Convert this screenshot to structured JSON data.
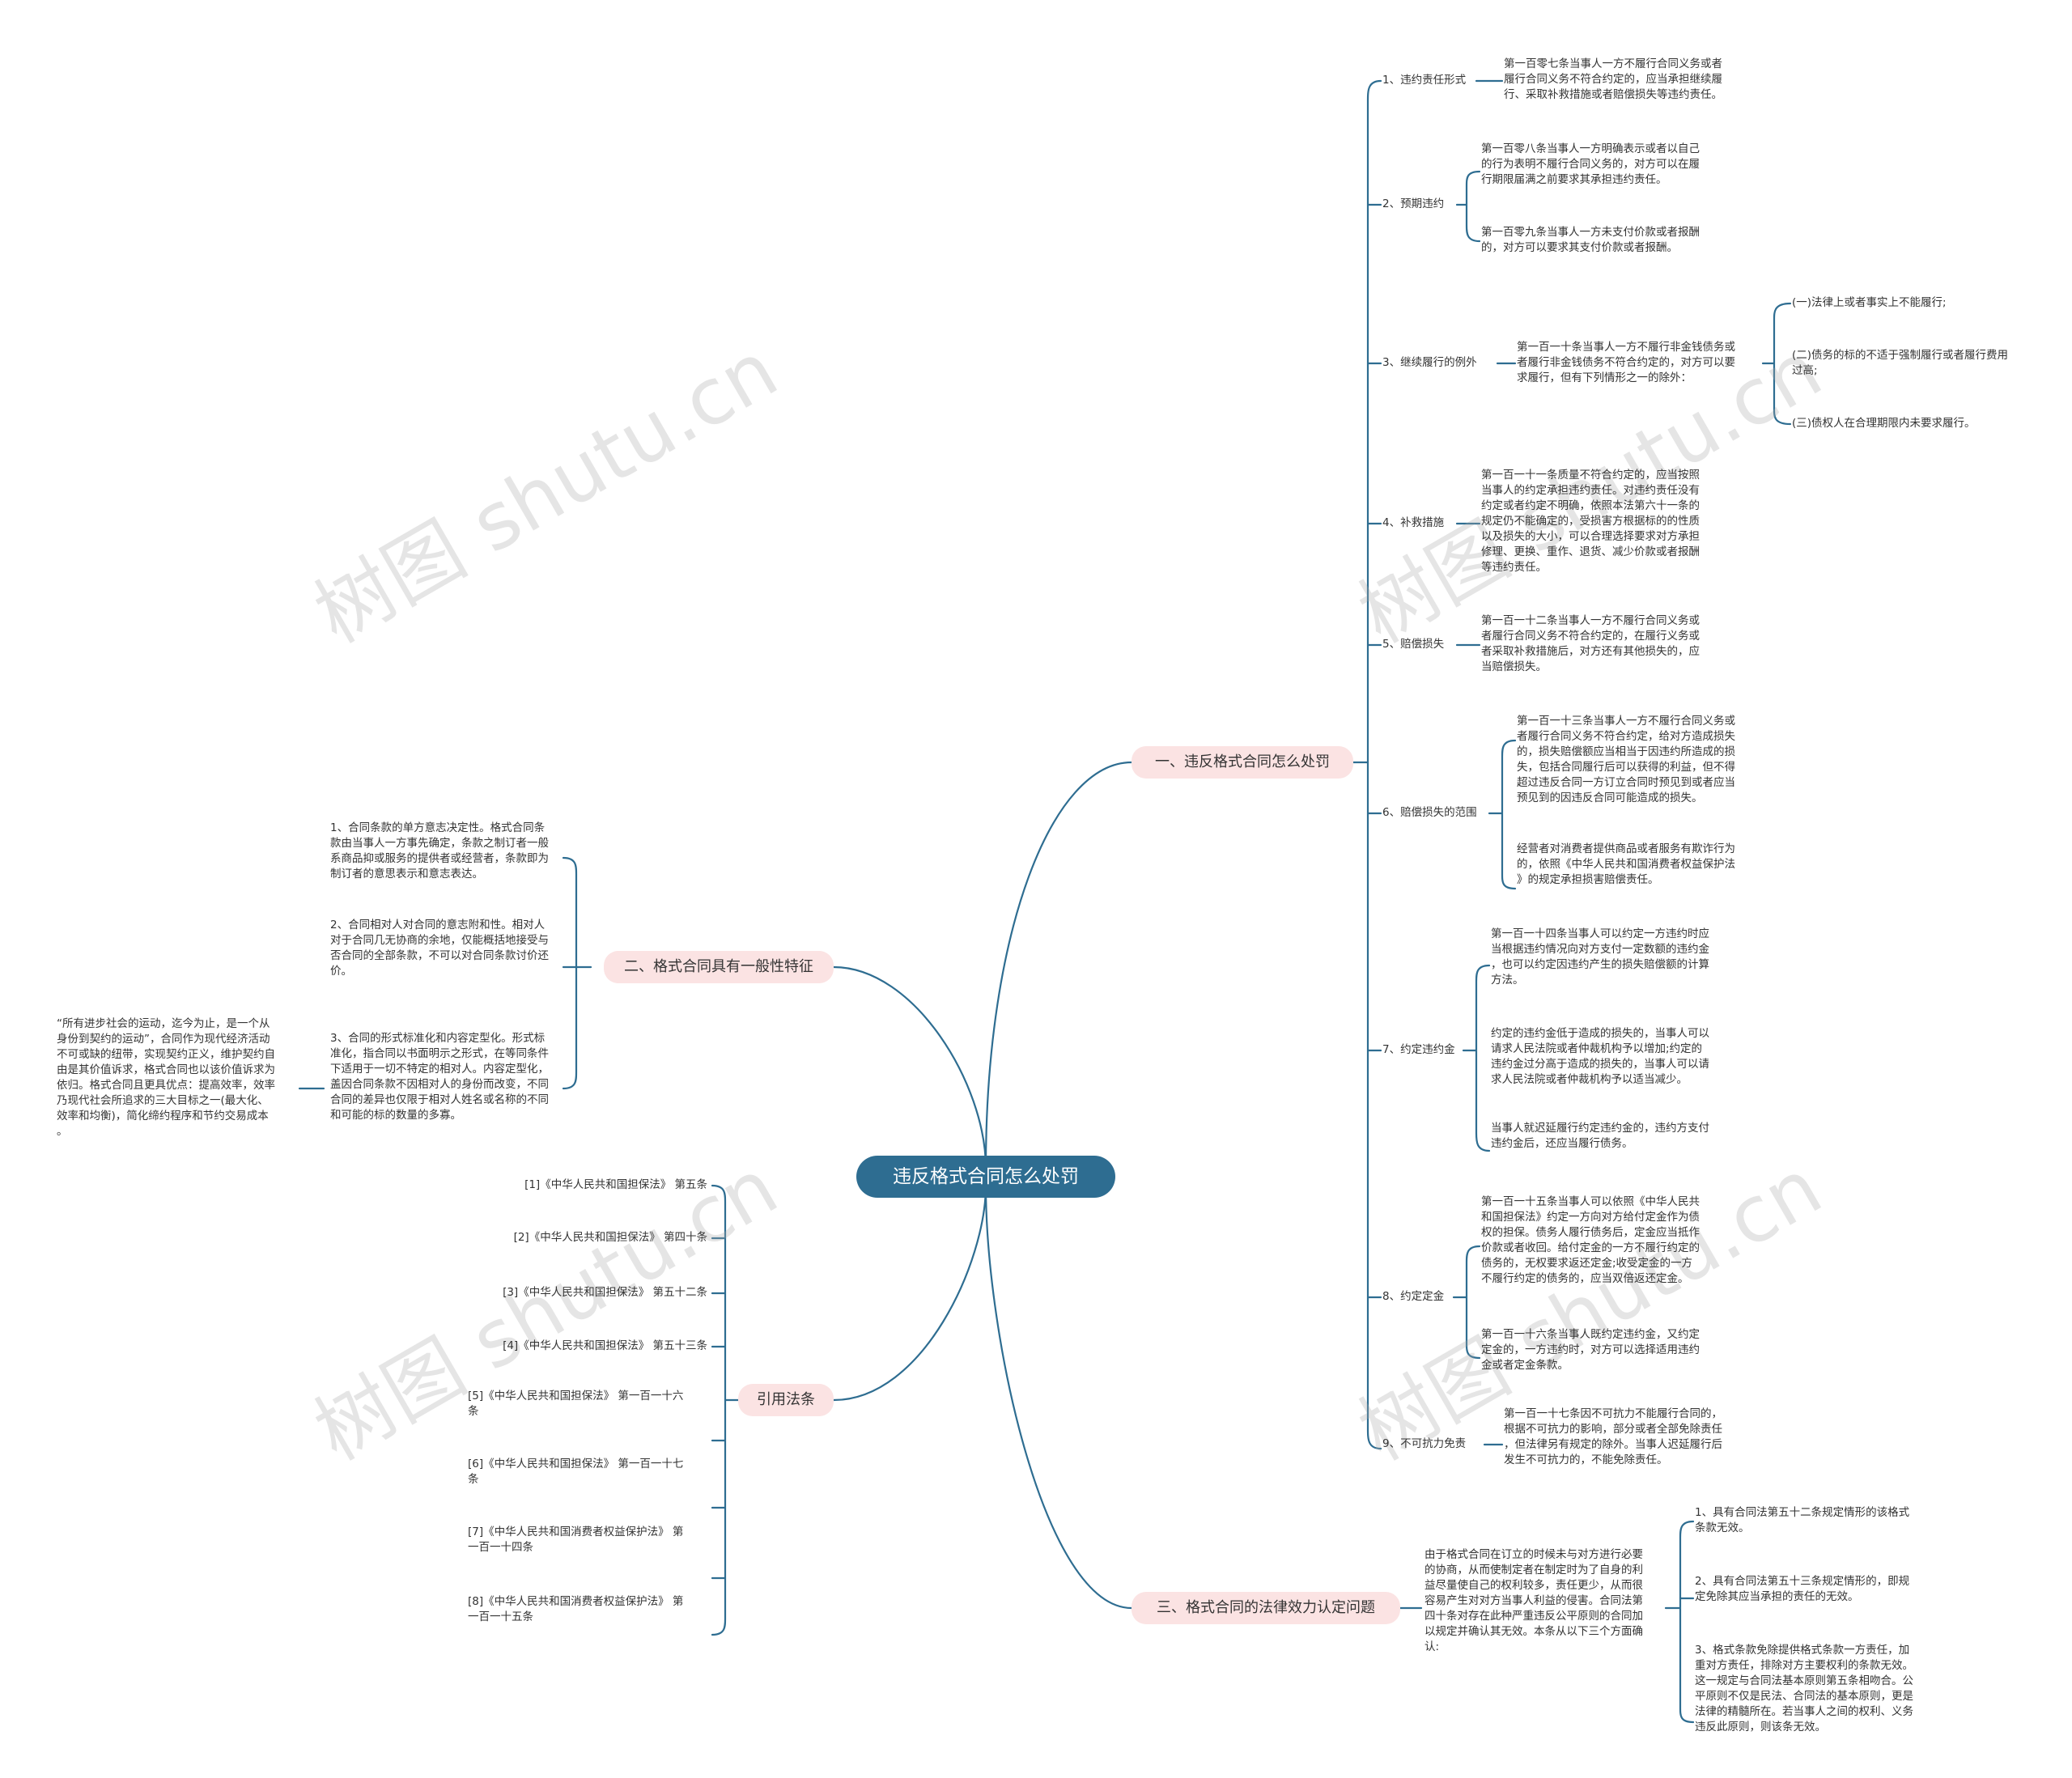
{
  "root": "违反格式合同怎么处罚",
  "branches": {
    "b1": "一、违反格式合同怎么处罚",
    "b2": "二、格式合同具有一般性特征",
    "b3": "引用法条",
    "b4": "三、格式合同的法律效力认定问题"
  },
  "b1_items": {
    "i1": {
      "label": "1、违约责任形式",
      "text": "第一百零七条当事人一方不履行合同义务或者\n履行合同义务不符合约定的，应当承担继续履\n行、采取补救措施或者赔偿损失等违约责任。"
    },
    "i2": {
      "label": "2、预期违约",
      "t1": "第一百零八条当事人一方明确表示或者以自己\n的行为表明不履行合同义务的，对方可以在履\n行期限届满之前要求其承担违约责任。",
      "t2": "第一百零九条当事人一方未支付价款或者报酬\n的，对方可以要求其支付价款或者报酬。"
    },
    "i3": {
      "label": "3、继续履行的例外",
      "text": "第一百一十条当事人一方不履行非金钱债务或\n者履行非金钱债务不符合约定的，对方可以要\n求履行，但有下列情形之一的除外：",
      "s1": "(一)法律上或者事实上不能履行;",
      "s2": "(二)债务的标的不适于强制履行或者履行费用\n过高;",
      "s3": "(三)债权人在合理期限内未要求履行。"
    },
    "i4": {
      "label": "4、补救措施",
      "text": "第一百一十一条质量不符合约定的，应当按照\n当事人的约定承担违约责任。对违约责任没有\n约定或者约定不明确，依照本法第六十一条的\n规定仍不能确定的，受损害方根据标的的性质\n以及损失的大小，可以合理选择要求对方承担\n修理、更换、重作、退货、减少价款或者报酬\n等违约责任。"
    },
    "i5": {
      "label": "5、赔偿损失",
      "text": "第一百一十二条当事人一方不履行合同义务或\n者履行合同义务不符合约定的，在履行义务或\n者采取补救措施后，对方还有其他损失的，应\n当赔偿损失。"
    },
    "i6": {
      "label": "6、赔偿损失的范围",
      "t1": "第一百一十三条当事人一方不履行合同义务或\n者履行合同义务不符合约定，给对方造成损失\n的，损失赔偿额应当相当于因违约所造成的损\n失，包括合同履行后可以获得的利益，但不得\n超过违反合同一方订立合同时预见到或者应当\n预见到的因违反合同可能造成的损失。",
      "t2": "经营者对消费者提供商品或者服务有欺诈行为\n的，依照《中华人民共和国消费者权益保护法\n》的规定承担损害赔偿责任。"
    },
    "i7": {
      "label": "7、约定违约金",
      "t1": "第一百一十四条当事人可以约定一方违约时应\n当根据违约情况向对方支付一定数额的违约金\n，也可以约定因违约产生的损失赔偿额的计算\n方法。",
      "t2": "约定的违约金低于造成的损失的，当事人可以\n请求人民法院或者仲裁机构予以增加;约定的\n违约金过分高于造成的损失的，当事人可以请\n求人民法院或者仲裁机构予以适当减少。",
      "t3": "当事人就迟延履行约定违约金的，违约方支付\n违约金后，还应当履行债务。"
    },
    "i8": {
      "label": "8、约定定金",
      "t1": "第一百一十五条当事人可以依照《中华人民共\n和国担保法》约定一方向对方给付定金作为债\n权的担保。债务人履行债务后，定金应当抵作\n价款或者收回。给付定金的一方不履行约定的\n债务的，无权要求返还定金;收受定金的一方\n不履行约定的债务的，应当双倍返还定金。",
      "t2": "第一百一十六条当事人既约定违约金，又约定\n定金的，一方违约时，对方可以选择适用违约\n金或者定金条款。"
    },
    "i9": {
      "label": "9、不可抗力免责",
      "text": "第一百一十七条因不可抗力不能履行合同的，\n根据不可抗力的影响，部分或者全部免除责任\n，但法律另有规定的除外。当事人迟延履行后\n发生不可抗力的，不能免除责任。"
    }
  },
  "b2_items": {
    "p1": "1、合同条款的单方意志决定性。格式合同条\n款由当事人一方事先确定，条款之制订者一般\n系商品抑或服务的提供者或经营者，条款即为\n制订者的意思表示和意志表达。",
    "p2": "2、合同相对人对合同的意志附和性。相对人\n对于合同几无协商的余地，仅能概括地接受与\n否合同的全部条款，不可以对合同条款讨价还\n价。",
    "p3": "3、合同的形式标准化和内容定型化。形式标\n准化，指合同以书面明示之形式，在等同条件\n下适用于一切不特定的相对人。内容定型化，\n盖因合同条款不因相对人的身份而改变，不同\n合同的差异也仅限于相对人姓名或名称的不同\n和可能的标的数量的多寡。",
    "p3_sub": "“所有进步社会的运动，迄今为止，是一个从\n身份到契约的运动”，合同作为现代经济活动\n不可或缺的纽带，实现契约正义，维护契约自\n由是其价值诉求，格式合同也以该价值诉求为\n依归。格式合同且更具优点：提高效率，效率\n乃现代社会所追求的三大目标之一(最大化、\n效率和均衡)，简化缔约程序和节约交易成本\n。"
  },
  "b3_items": {
    "r1": "[1]《中华人民共和国担保法》 第五条",
    "r2": "[2]《中华人民共和国担保法》 第四十条",
    "r3": "[3]《中华人民共和国担保法》 第五十二条",
    "r4": "[4]《中华人民共和国担保法》 第五十三条",
    "r5": "[5]《中华人民共和国担保法》 第一百一十六\n条",
    "r6": "[6]《中华人民共和国担保法》 第一百一十七\n条",
    "r7": "[7]《中华人民共和国消费者权益保护法》 第\n一百一十四条",
    "r8": "[8]《中华人民共和国消费者权益保护法》 第\n一百一十五条"
  },
  "b4_items": {
    "intro": "由于格式合同在订立的时候未与对方进行必要\n的协商，从而使制定者在制定时为了自身的利\n益尽量使自己的权利较多，责任更少，从而很\n容易产生对对方当事人利益的侵害。合同法第\n四十条对存在此种严重违反公平原则的合同加\n以规定并确认其无效。本条从以下三个方面确\n认:",
    "c1": "1、具有合同法第五十二条规定情形的该格式\n条款无效。",
    "c2": "2、具有合同法第五十三条规定情形的，即规\n定免除其应当承担的责任的无效。",
    "c3": "3、格式条款免除提供格式条款一方责任，加\n重对方责任，排除对方主要权利的条款无效。\n这一规定与合同法基本原则第五条相吻合。公\n平原则不仅是民法、合同法的基本原则，更是\n法律的精髓所在。若当事人之间的权利、义务\n违反此原则，则该条无效。"
  },
  "watermark": "树图 shutu.cn",
  "colors": {
    "root": "#2e6d91",
    "branch": "#fbe3e3",
    "line": "#2e6d91"
  }
}
